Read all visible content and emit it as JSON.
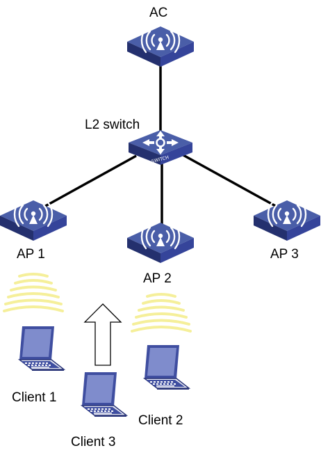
{
  "nodes": {
    "ac": {
      "label": "AC",
      "icon": "access-controller-icon"
    },
    "switch": {
      "label": "L2 switch",
      "icon": "switch-icon",
      "face_text": "SWITCH"
    },
    "ap1": {
      "label": "AP 1",
      "icon": "access-point-icon"
    },
    "ap2": {
      "label": "AP 2",
      "icon": "access-point-icon"
    },
    "ap3": {
      "label": "AP 3",
      "icon": "access-point-icon"
    },
    "client1": {
      "label": "Client 1",
      "icon": "laptop-icon"
    },
    "client2": {
      "label": "Client 2",
      "icon": "laptop-icon"
    },
    "client3": {
      "label": "Client 3",
      "icon": "laptop-icon"
    }
  },
  "links": [
    {
      "from": "ac",
      "to": "switch"
    },
    {
      "from": "switch",
      "to": "ap1"
    },
    {
      "from": "switch",
      "to": "ap2"
    },
    {
      "from": "switch",
      "to": "ap3"
    }
  ],
  "signals": [
    {
      "source": "ap1"
    },
    {
      "source": "ap2"
    }
  ],
  "movement": {
    "client": "client3",
    "direction": "up"
  },
  "colors": {
    "device_top": "#4a5ea8",
    "device_side": "#2a3578",
    "signal": "#f5ef9a",
    "link": "#000000"
  }
}
